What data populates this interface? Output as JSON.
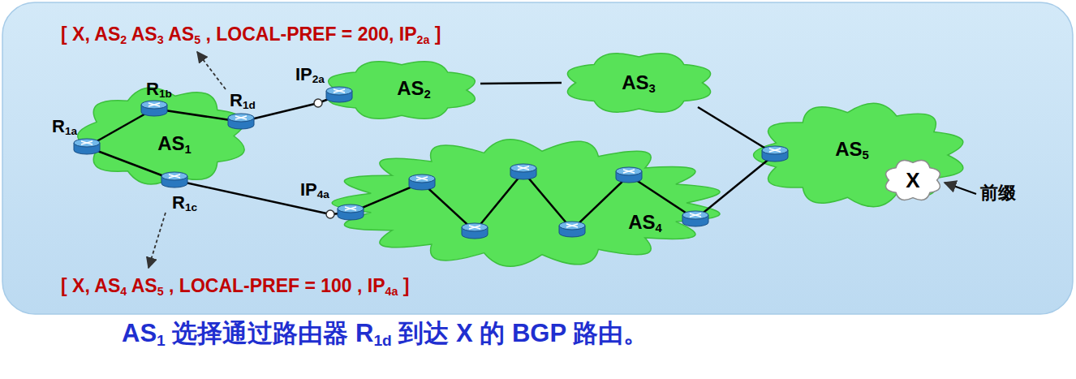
{
  "diagram": {
    "caption": "AS1 选择通过路由器 R1d 到达 X 的 BGP 路由。",
    "nodes": [
      {
        "text": [
          "AS1"
        ]
      },
      {
        "text": [
          "R1a"
        ],
        "in": 0
      },
      {
        "text": [
          "R1b"
        ],
        "in": 0
      },
      {
        "text": [
          "R1d"
        ],
        "in": 0
      },
      {
        "text": [
          "R1c"
        ],
        "in": 0
      },
      {
        "text": [
          "AS2"
        ]
      },
      {
        "text": [
          "IP2a"
        ],
        "in": 5
      },
      {
        "text": [
          "AS3"
        ]
      },
      {
        "text": [
          "AS4"
        ]
      },
      {
        "text": [
          "IP4a"
        ],
        "in": 8
      },
      {
        "text": [
          "AS5"
        ]
      },
      {
        "text": [
          "X"
        ],
        "in": 10
      }
    ],
    "edges": [
      {
        "from": 1,
        "to": 2,
        "arrow": "none"
      },
      {
        "from": 2,
        "to": 3,
        "arrow": "none"
      },
      {
        "from": 1,
        "to": 4,
        "arrow": "none"
      },
      {
        "from": 3,
        "to": 6,
        "arrow": "none"
      },
      {
        "from": 4,
        "to": 9,
        "arrow": "none"
      },
      {
        "from": 5,
        "to": 7,
        "arrow": "none"
      },
      {
        "from": 7,
        "to": 10,
        "arrow": "none"
      },
      {
        "from": 8,
        "to": 10,
        "arrow": "none"
      }
    ],
    "labels": [
      "[ X, AS2 AS3 AS5 , LOCAL-PREF = 200, IP2a ]",
      "[ X, AS4 AS5 , LOCAL-PREF = 100 , IP4a ]",
      "前缀"
    ]
  }
}
